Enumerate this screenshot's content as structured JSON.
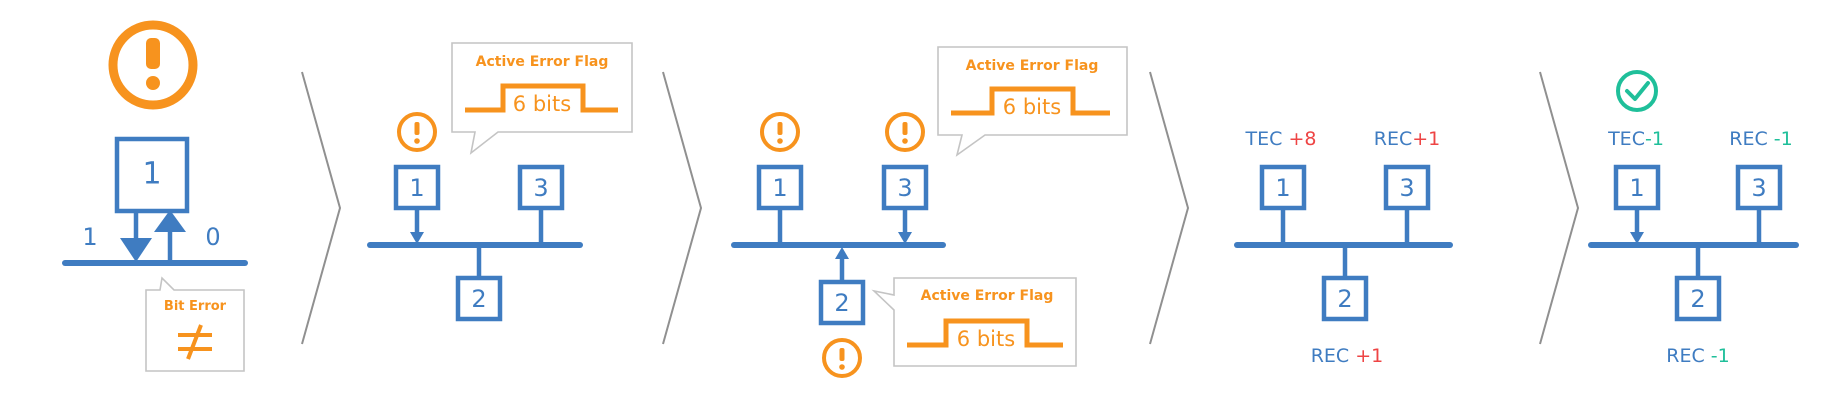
{
  "colors": {
    "node_blue": "#3f7cc1",
    "warning_orange": "#f7931e",
    "increment_red": "#ee4444",
    "decrement_green": "#1fbf9a",
    "chevron_gray": "#909090"
  },
  "icons": [
    "error-exclamation-icon",
    "check-circle-icon",
    "not-equal-icon",
    "down-arrow-icon",
    "up-arrow-icon",
    "chevron-right-icon"
  ],
  "stage1": {
    "node": "1",
    "sent_bit": "1",
    "read_bit": "0",
    "callout": {
      "title": "Bit Error"
    }
  },
  "stage2": {
    "nodes": [
      "1",
      "3",
      "2"
    ],
    "flag": {
      "title": "Active Error Flag",
      "bits": "6 bits"
    }
  },
  "stage3": {
    "nodes": [
      "1",
      "3",
      "2"
    ],
    "flag_top": {
      "title": "Active Error Flag",
      "bits": "6 bits"
    },
    "flag_bottom": {
      "title": "Active Error Flag",
      "bits": "6 bits"
    }
  },
  "stage4": {
    "nodes": [
      "1",
      "3",
      "2"
    ],
    "node1_counter": {
      "name": "TEC",
      "delta": "+8"
    },
    "node3_counter": {
      "name": "REC",
      "delta": "+1"
    },
    "node2_counter": {
      "name": "REC",
      "delta": "+1"
    }
  },
  "stage5": {
    "nodes": [
      "1",
      "3",
      "2"
    ],
    "node1_counter": {
      "name": "TEC",
      "delta": "-1"
    },
    "node3_counter": {
      "name": "REC",
      "delta": "-1"
    },
    "node2_counter": {
      "name": "REC",
      "delta": "-1"
    }
  }
}
